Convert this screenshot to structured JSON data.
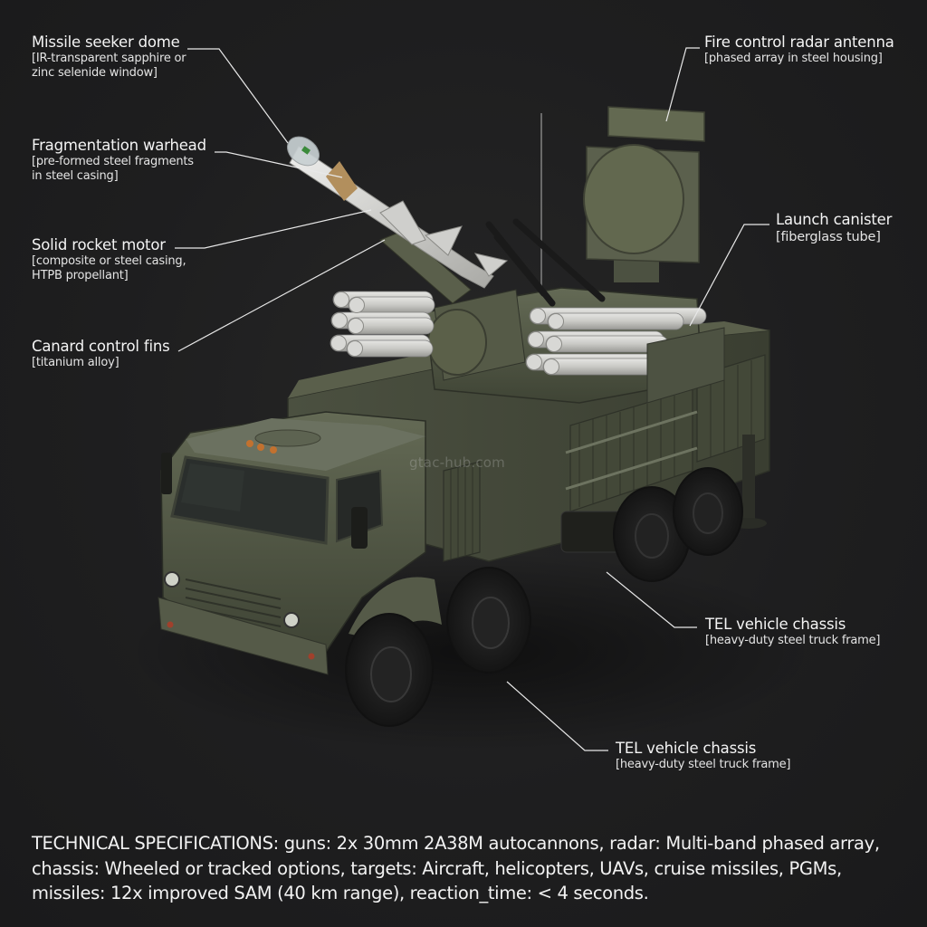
{
  "colors": {
    "background": "#1e1e1f",
    "leader_line": "#e8e8e8",
    "vehicle_green": "#4a4f3e",
    "vehicle_green_light": "#5e6450",
    "missile_white": "#d9d9d6",
    "tire_black": "#1b1b1b",
    "text": "#f2f2f2"
  },
  "labels": [
    {
      "id": "seeker",
      "title": "Missile seeker dome",
      "lines": [
        "[IR-transparent sapphire or",
        "zinc selenide window]"
      ]
    },
    {
      "id": "warhead",
      "title": "Fragmentation warhead",
      "lines": [
        "[pre-formed steel fragments",
        "in steel casing]"
      ]
    },
    {
      "id": "motor",
      "title": "Solid rocket motor",
      "lines": [
        "[composite or steel casing,",
        "HTPB propellant]"
      ]
    },
    {
      "id": "canard",
      "title": "Canard control fins",
      "lines": [
        "[titanium alloy]"
      ]
    },
    {
      "id": "radar",
      "title": "Fire control radar antenna",
      "lines": [
        "[phased array in steel housing]"
      ]
    },
    {
      "id": "canister",
      "title": "Launch canister",
      "lines": [
        "[fiberglass tube]"
      ]
    },
    {
      "id": "chassis1",
      "title": "TEL vehicle chassis",
      "lines": [
        "[heavy-duty steel truck frame]"
      ]
    },
    {
      "id": "chassis2",
      "title": "TEL vehicle chassis",
      "lines": [
        "[heavy-duty steel truck frame]"
      ]
    }
  ],
  "watermark": "gtac-hub.com",
  "specs": {
    "text": "TECHNICAL SPECIFICATIONS: guns: 2x 30mm 2A38M autocannons, radar: Multi-band phased array, chassis: Wheeled or tracked options, targets: Aircraft, helicopters, UAVs, cruise missiles, PGMs, missiles: 12x improved SAM (40 km range), reaction_time: < 4 seconds."
  }
}
